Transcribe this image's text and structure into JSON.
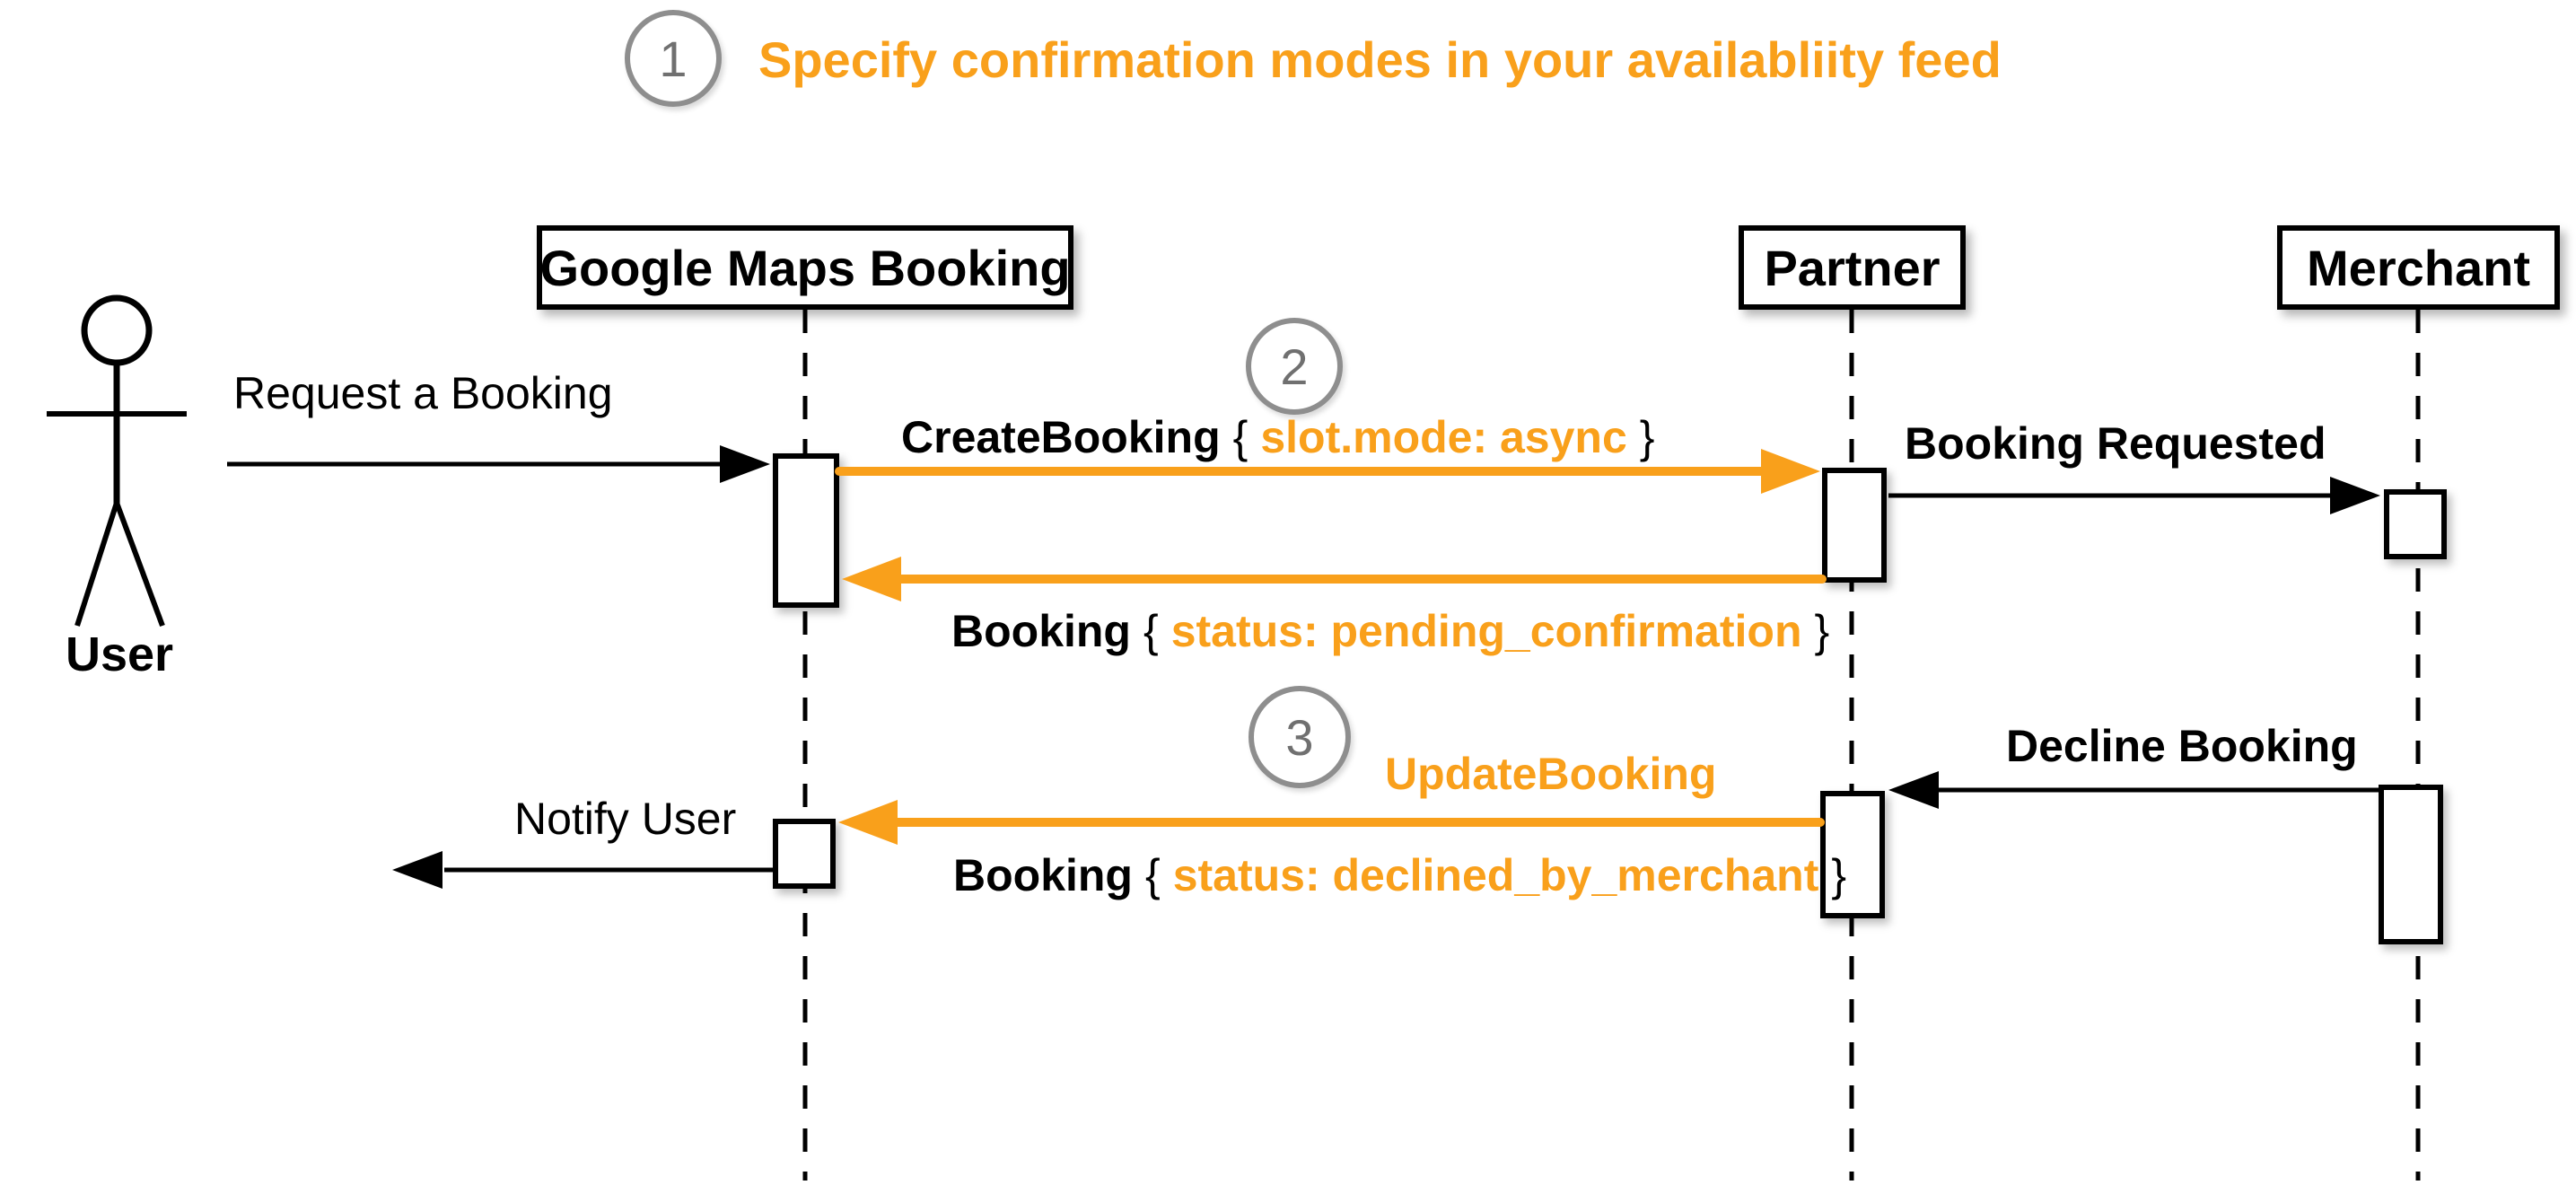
{
  "colors": {
    "orange": "#F9A01B",
    "ink": "#000000",
    "step-gray": "#8E8E8E",
    "step-num": "#707070"
  },
  "title": {
    "step": "1",
    "text": "Specify confirmation modes in your availabliity feed"
  },
  "actors": {
    "user": "User",
    "google": "Google Maps Booking",
    "partner": "Partner",
    "merchant": "Merchant"
  },
  "steps": {
    "create": "2",
    "update": "3"
  },
  "messages": {
    "request": "Request a Booking",
    "create": {
      "name": "CreateBooking",
      "open": "{",
      "param": "slot.mode: async",
      "close": "}"
    },
    "requested": "Booking Requested",
    "pending": {
      "name": "Booking",
      "open": "{",
      "param": "status: pending_confirmation",
      "close": "}"
    },
    "decline": "Decline Booking",
    "update": "UpdateBooking",
    "declined": {
      "name": "Booking",
      "open": "{",
      "param": "status: declined_by_merchant",
      "close": "}"
    },
    "notify": "Notify User"
  }
}
